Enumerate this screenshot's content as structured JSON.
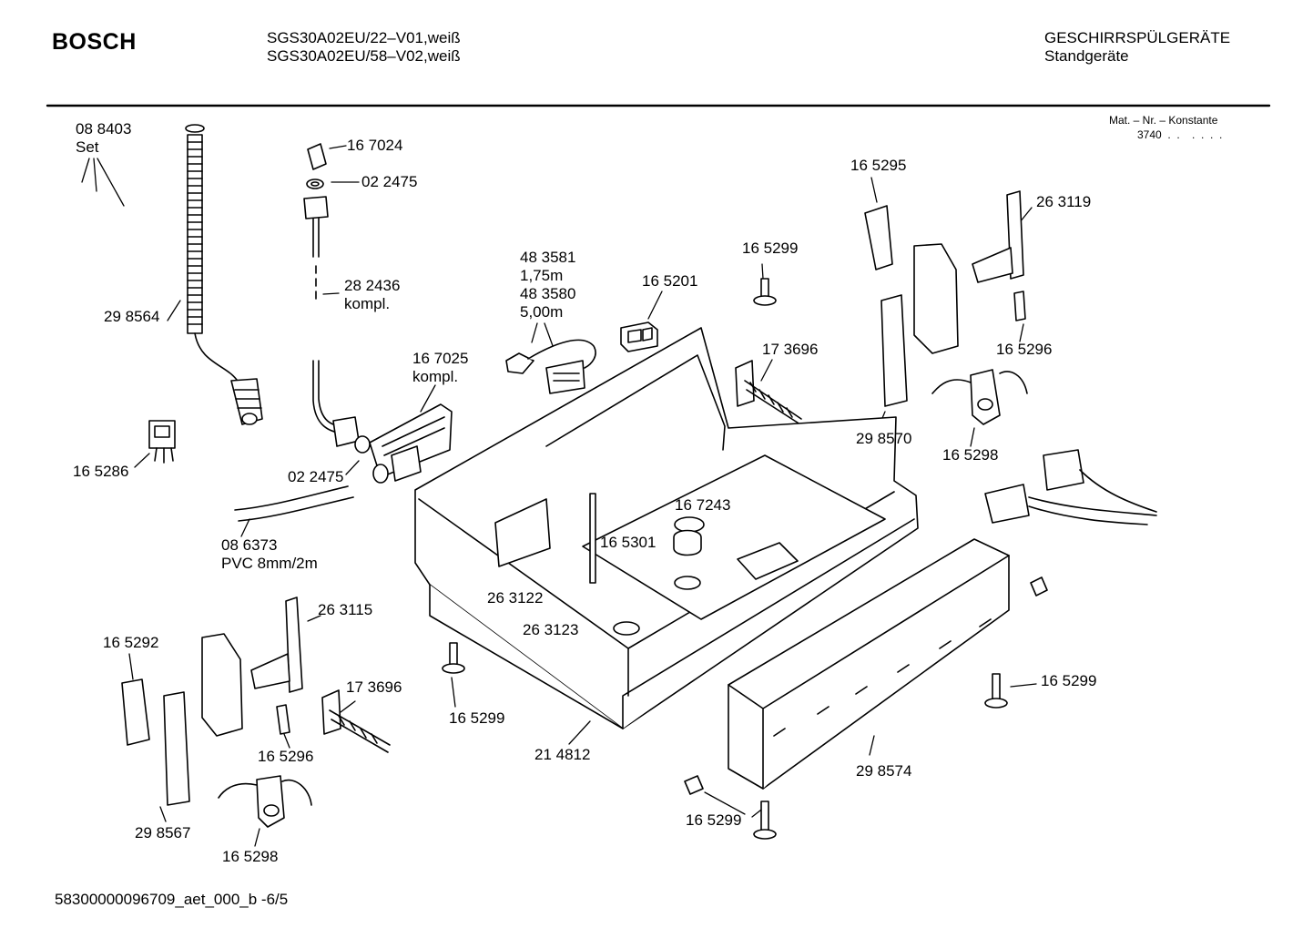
{
  "header": {
    "brand": "BOSCH",
    "model_line1": "SGS30A02EU/22–V01,weiß",
    "model_line2": "SGS30A02EU/58–V02,weiß",
    "category": "GESCHIRRSPÜLGERÄTE",
    "subcategory": "Standgeräte"
  },
  "constants": {
    "title": "Mat. – Nr. – Konstante",
    "value": "3740  .  .    .  .  .  ."
  },
  "parts": [
    {
      "text": "08 8403\nSet"
    },
    {
      "text": "16 7024"
    },
    {
      "text": "02 2475"
    },
    {
      "text": "28 2436\nkompl."
    },
    {
      "text": "29 8564"
    },
    {
      "text": "48 3581\n1,75m\n48 3580\n5,00m"
    },
    {
      "text": "16 5201"
    },
    {
      "text": "16 5299"
    },
    {
      "text": "16 5295"
    },
    {
      "text": "26 3119"
    },
    {
      "text": "16 7025\nkompl."
    },
    {
      "text": "17 3696"
    },
    {
      "text": "16 5296"
    },
    {
      "text": "16 5286"
    },
    {
      "text": "02 2475"
    },
    {
      "text": "29 8570"
    },
    {
      "text": "16 5298"
    },
    {
      "text": "08 6373\nPVC 8mm/2m"
    },
    {
      "text": "16 7243"
    },
    {
      "text": "16 5301"
    },
    {
      "text": "26 3122"
    },
    {
      "text": "26 3115"
    },
    {
      "text": "26 3123"
    },
    {
      "text": "16 5292"
    },
    {
      "text": "17 3696"
    },
    {
      "text": "16 5299"
    },
    {
      "text": "16 5299"
    },
    {
      "text": "16 5296"
    },
    {
      "text": "21 4812"
    },
    {
      "text": "29 8574"
    },
    {
      "text": "29 8567"
    },
    {
      "text": "16 5299"
    },
    {
      "text": "16 5298"
    }
  ],
  "footer": {
    "doc_id": "58300000096709_aet_000_b -6/5"
  }
}
